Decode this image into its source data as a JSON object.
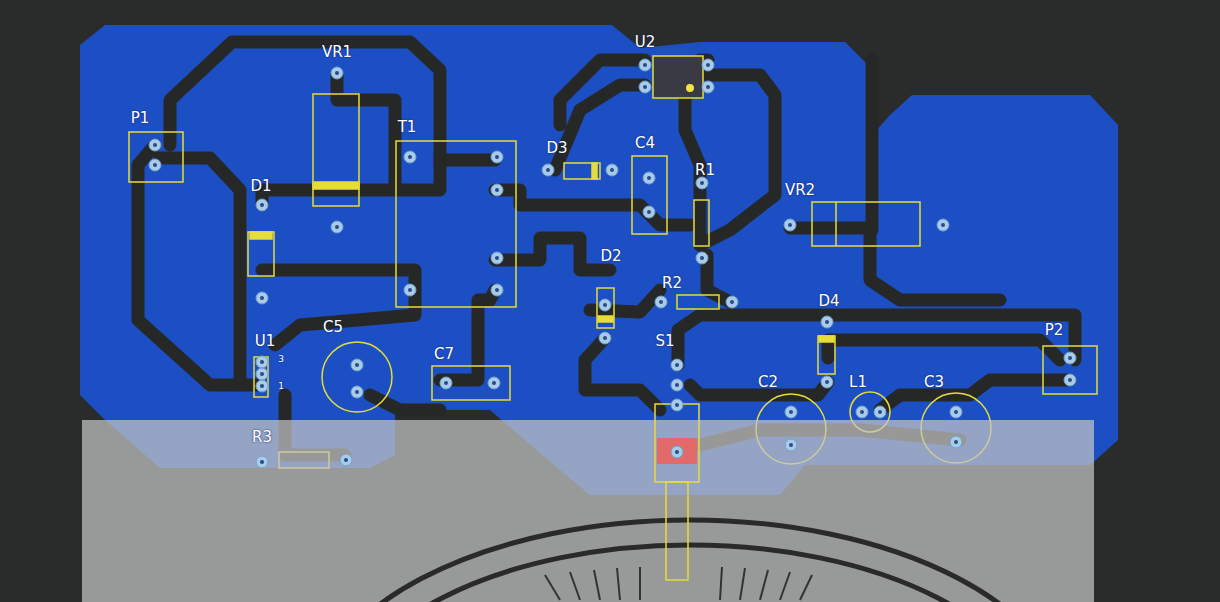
{
  "diagram": {
    "labels": [
      "VR1",
      "U2",
      "P1",
      "T1",
      "D3",
      "C4",
      "R1",
      "D1",
      "VR2",
      "D2",
      "R2",
      "D4",
      "P2",
      "S1",
      "U1",
      "C5",
      "C7",
      "C2",
      "L1",
      "C3",
      "R3",
      "3",
      "1"
    ]
  }
}
